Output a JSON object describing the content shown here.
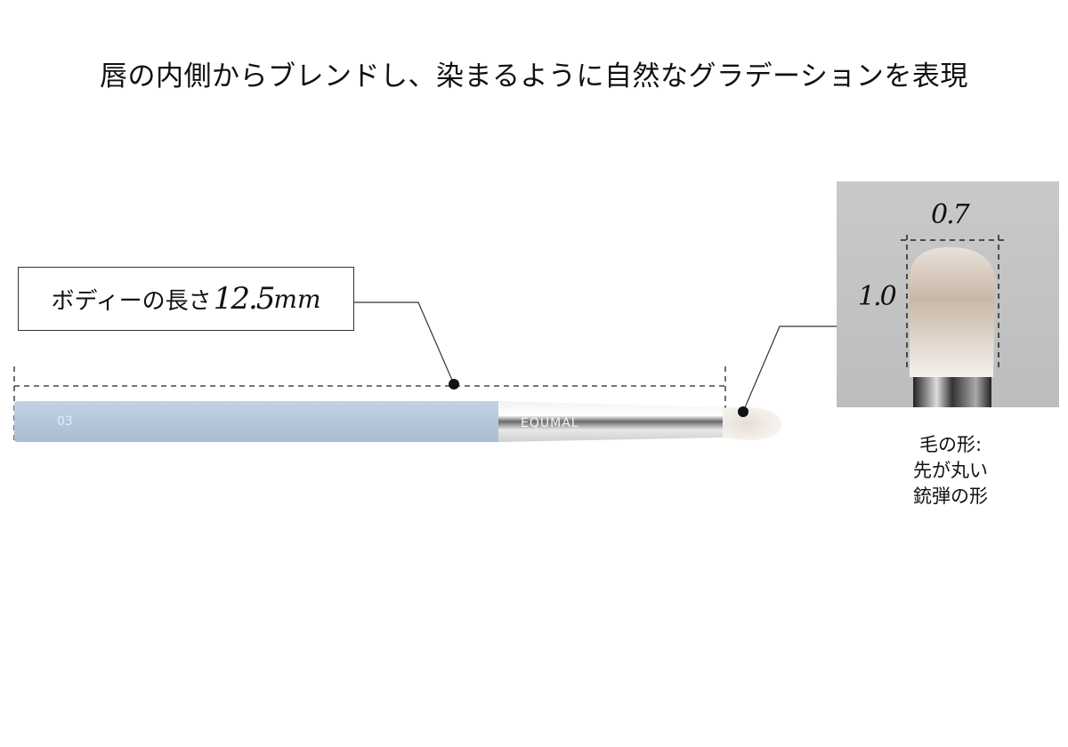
{
  "title": "唇の内側からブレンドし、染まるように自然なグラデーションを表現",
  "body_length": {
    "label": "ボディーの長さ",
    "value": "12.5",
    "unit": "mm"
  },
  "brush": {
    "model_number": "03",
    "brand": "EQUMAL",
    "handle_color": "#b9c9dc"
  },
  "closeup": {
    "width_label": "0.7",
    "height_label": "1.0"
  },
  "caption": {
    "lines": [
      "毛の形:",
      "先が丸い",
      "銃弾の形"
    ]
  }
}
